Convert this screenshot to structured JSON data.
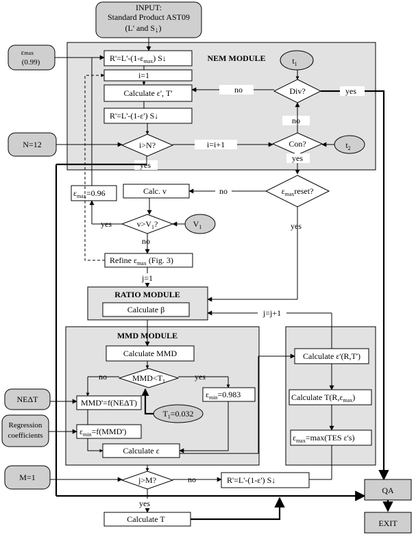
{
  "input": {
    "line1": "INPUT:",
    "line2": "Standard Product AST09",
    "line3": "(L' and S",
    "line3_sub": "↓",
    "line3_end": ")"
  },
  "emax_in": {
    "line1": "ε",
    "line1_sub": "max",
    "line2": "(0.99)"
  },
  "n_in": "N=12",
  "nedt_in": "NEΔT",
  "reg_in": {
    "line1": "Regression",
    "line2": "coefficients"
  },
  "m_in": "M=1",
  "nem": {
    "title": "NEM MODULE",
    "r1_pre": "R'=L'-(1-ε",
    "r1_sub": "max",
    "r1_post": ") S↓",
    "i1": "i=1",
    "calc_eps_t": "Calculate ε', T'",
    "r2": "R'=L'-(1-ε') S↓",
    "i_gt_n": "i>N?",
    "i_inc": "i=i+1",
    "t1": "t",
    "t1_sub": "1",
    "div": "Div?",
    "con": "Con?",
    "t2": "t",
    "t2_sub": "2"
  },
  "labels": {
    "no": "no",
    "yes": "yes"
  },
  "emax_096_pre": "ε",
  "emax_096_sub": "max",
  "emax_096_post": "=0.96",
  "calc_v": "Calc. v",
  "emax_reset_pre": "ε",
  "emax_reset_sub": "max",
  "emax_reset_post": "reset?",
  "v_gt_v1_pre": "v>V",
  "v_gt_v1_sub": "1",
  "v_gt_v1_post": "?",
  "v1": "V",
  "v1_sub": "1",
  "refine_pre": "Refine ε",
  "refine_sub": "max",
  "refine_post": " (Fig. 3)",
  "j1": "j=1",
  "ratio": {
    "title": "RATIO MODULE",
    "calc_beta": "Calculate β"
  },
  "j_inc": "j=j+1",
  "mmd": {
    "title": "MMD MODULE",
    "calc_mmd": "Calculate MMD",
    "mmd_lt_t1_pre": "MMD<T",
    "mmd_lt_t1_sub": "1",
    "mmd_f": "MMD'=f(NEΔT)",
    "emin_983_pre": "ε",
    "emin_983_sub": "min",
    "emin_983_post": "=0.983",
    "t1_val_pre": "T",
    "t1_val_sub": "1",
    "t1_val_post": "=0.032",
    "emin_f_pre": "ε",
    "emin_f_sub": "min",
    "emin_f_post": "=f(MMD')",
    "calc_eps": "Calculate ε"
  },
  "tes": {
    "calc_e_pre": "Calculate ε'(R,T')",
    "calc_t_pre": "Calculate T(R,ε",
    "calc_t_sub": "max",
    "calc_t_post": ")",
    "emax_pre": "ε",
    "emax_sub": "max",
    "emax_post": "=max(TES ε's)"
  },
  "j_gt_m": "j>M?",
  "r3": "R'=L'-(1-ε') S↓",
  "calc_t": "Calculate T",
  "qa": "QA",
  "exit": "EXIT"
}
